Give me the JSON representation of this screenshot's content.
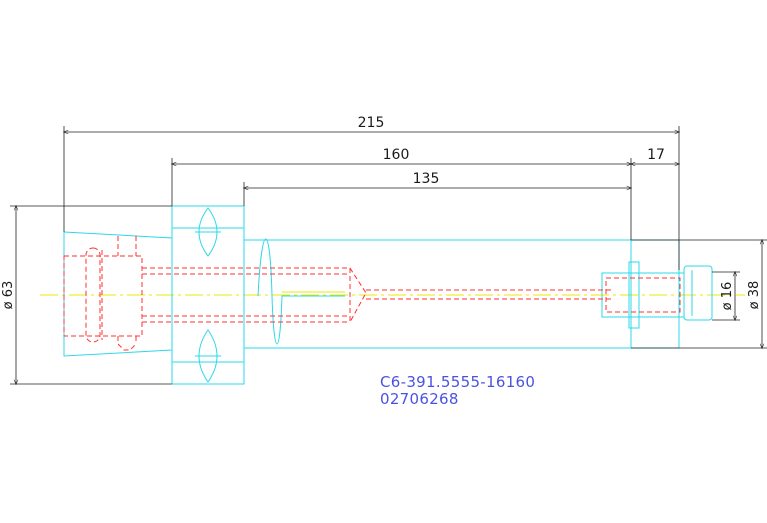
{
  "dimensions": {
    "overall_length": "215",
    "shank_length": "160",
    "body_length": "135",
    "nose_length": "17",
    "flange_diameter": "ø 63",
    "body_diameter": "ø 38",
    "nose_diameter": "ø 16"
  },
  "part": {
    "code": "C6-391.5555-16160",
    "number": "02706268"
  },
  "colors": {
    "outline": "#2ed8e8",
    "hidden_lines": "#ff3030",
    "dimension_lines": "#222222",
    "center_line": "#e8e800",
    "text_code": "#4a52e0"
  }
}
